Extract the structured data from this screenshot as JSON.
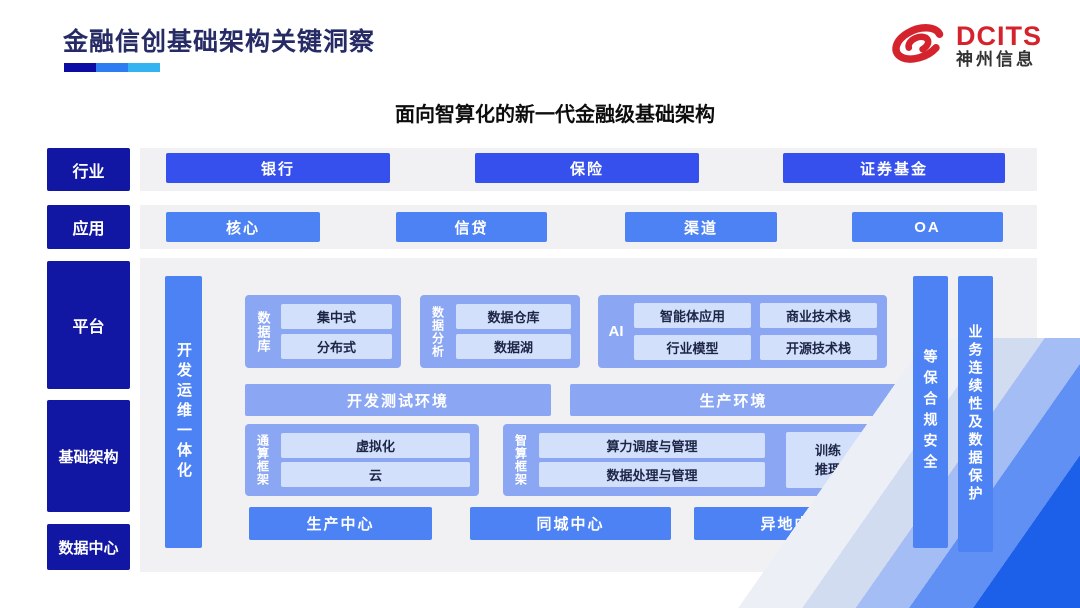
{
  "slide": {
    "title": "金融信创基础架构关键洞察",
    "subtitle": "面向智算化的新一代金融级基础架构"
  },
  "logo": {
    "brand": "DCITS",
    "company": "神州信息",
    "swirl_icon": "red-swirl"
  },
  "left_labels": {
    "industry": "行业",
    "application": "应用",
    "platform": "平台",
    "infrastructure": "基础架构",
    "datacenter": "数据中心"
  },
  "industry_items": [
    "银行",
    "保险",
    "证券基金"
  ],
  "application_items": [
    "核心",
    "信贷",
    "渠道",
    "OA"
  ],
  "platform": {
    "devops_bar": "开发运维一体化",
    "database": {
      "label": "数据库",
      "items": [
        "集中式",
        "分布式"
      ]
    },
    "analytics": {
      "label": "数据分析",
      "items": [
        "数据仓库",
        "数据湖"
      ]
    },
    "ai": {
      "label": "AI",
      "items": [
        "智能体应用",
        "商业技术栈",
        "行业模型",
        "开源技术栈"
      ]
    },
    "dev_test_env": "开发测试环境",
    "prod_env": "生产环境"
  },
  "infrastructure": {
    "general_compute": {
      "label": "通算框架",
      "items": [
        "虚拟化",
        "云"
      ]
    },
    "smart_compute": {
      "label": "智算框架",
      "items": [
        "算力调度与管理",
        "数据处理与管理"
      ],
      "side_box": "训练推理"
    }
  },
  "datacenter_items": [
    "生产中心",
    "同城中心",
    "异地中心"
  ],
  "right_bars": {
    "security": "等保合规安全",
    "continuity": "业务连续性及数据保护"
  },
  "colors": {
    "label_navy": "#1117a2",
    "industry_btn_blue": "#3550ec",
    "app_btn_blue": "#4d82f5",
    "group_periwinkle": "#8ba7f4",
    "inner_light_blue": "#d3e0fb",
    "title_navy": "#262b66",
    "brand_red": "#d5232e",
    "band_gray": "#f1f1f3",
    "underline_segments": [
      "#0b0ca3",
      "#2d7df2",
      "#33b3f0"
    ]
  }
}
